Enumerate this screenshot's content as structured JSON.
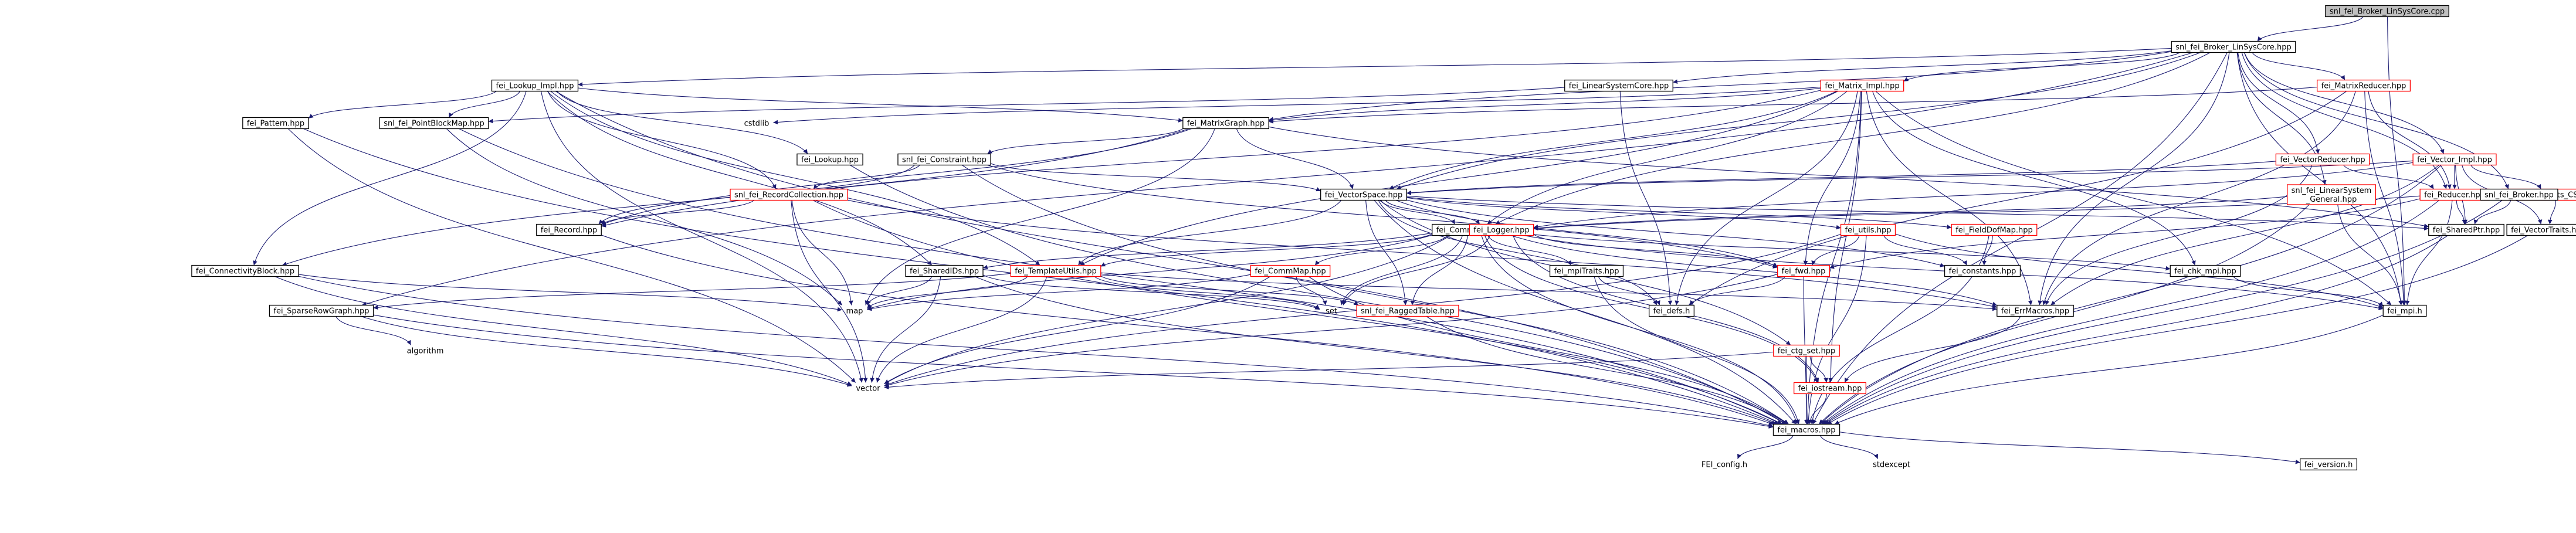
{
  "diagram": {
    "type": "include-dependency-graph",
    "colors": {
      "edge": "#191970",
      "box_border_default": "#000000",
      "box_border_has_graph": "#ff0000",
      "root_fill": "#bfbfbf",
      "box_fill": "#ffffff"
    },
    "nodes": [
      {
        "id": "root",
        "label": "snl_fei_Broker_LinSysCore.cpp",
        "style": "root"
      },
      {
        "id": "hpp",
        "label": "snl_fei_Broker_LinSysCore.hpp",
        "style": "default"
      },
      {
        "id": "lookup_impl",
        "label": "fei_Lookup_Impl.hpp",
        "style": "default"
      },
      {
        "id": "lscore",
        "label": "fei_LinearSystemCore.hpp",
        "style": "default"
      },
      {
        "id": "matrix_impl",
        "label": "fei_Matrix_Impl.hpp",
        "style": "red"
      },
      {
        "id": "matrixreducer",
        "label": "fei_MatrixReducer.hpp",
        "style": "red"
      },
      {
        "id": "pattern",
        "label": "fei_Pattern.hpp",
        "style": "default"
      },
      {
        "id": "pointblockmap",
        "label": "snl_fei_PointBlockMap.hpp",
        "style": "default"
      },
      {
        "id": "cstdlib",
        "label": "cstdlib",
        "style": "none"
      },
      {
        "id": "matrixgraph",
        "label": "fei_MatrixGraph.hpp",
        "style": "default"
      },
      {
        "id": "lookup",
        "label": "fei_Lookup.hpp",
        "style": "default"
      },
      {
        "id": "constraint",
        "label": "snl_fei_Constraint.hpp",
        "style": "default"
      },
      {
        "id": "vectorreducer",
        "label": "fei_VectorReducer.hpp",
        "style": "red"
      },
      {
        "id": "vector_impl",
        "label": "fei_Vector_Impl.hpp",
        "style": "red"
      },
      {
        "id": "recordcollection",
        "label": "snl_fei_RecordCollection.hpp",
        "style": "red"
      },
      {
        "id": "vectorspace",
        "label": "fei_VectorSpace.hpp",
        "style": "default"
      },
      {
        "id": "linsys_general_1",
        "label": "snl_fei_LinearSystem",
        "label2": "_General.hpp",
        "style": "red"
      },
      {
        "id": "reducer",
        "label": "fei_Reducer.hpp",
        "style": "red"
      },
      {
        "id": "vectraits_csvec",
        "label": "fei_VectorTraits_CSVec.hpp",
        "style": "red"
      },
      {
        "id": "broker",
        "label": "snl_fei_Broker.hpp",
        "style": "default"
      },
      {
        "id": "record",
        "label": "fei_Record.hpp",
        "style": "default"
      },
      {
        "id": "commutils",
        "label": "fei_CommUtils.hpp",
        "style": "default"
      },
      {
        "id": "logger",
        "label": "fei_Logger.hpp",
        "style": "red"
      },
      {
        "id": "utils",
        "label": "fei_utils.hpp",
        "style": "red"
      },
      {
        "id": "fielddofmap",
        "label": "fei_FieldDofMap.hpp",
        "style": "red"
      },
      {
        "id": "sharedptr",
        "label": "fei_SharedPtr.hpp",
        "style": "default"
      },
      {
        "id": "vectortraits",
        "label": "fei_VectorTraits.hpp",
        "style": "default"
      },
      {
        "id": "connectivityblock",
        "label": "fei_ConnectivityBlock.hpp",
        "style": "default"
      },
      {
        "id": "shareddofs",
        "label": "fei_SharedIDs.hpp",
        "style": "default"
      },
      {
        "id": "templateutils",
        "label": "fei_TemplateUtils.hpp",
        "style": "red"
      },
      {
        "id": "commmap",
        "label": "fei_CommMap.hpp",
        "style": "red"
      },
      {
        "id": "mpitraits",
        "label": "fei_mpiTraits.hpp",
        "style": "default"
      },
      {
        "id": "fwd",
        "label": "fei_fwd.hpp",
        "style": "red"
      },
      {
        "id": "constants",
        "label": "fei_constants.hpp",
        "style": "default"
      },
      {
        "id": "chk_mpi",
        "label": "fei_chk_mpi.hpp",
        "style": "default"
      },
      {
        "id": "sparserowgraph",
        "label": "fei_SparseRowGraph.hpp",
        "style": "default"
      },
      {
        "id": "map",
        "label": "map",
        "style": "none"
      },
      {
        "id": "set",
        "label": "set",
        "style": "none"
      },
      {
        "id": "raggedtable",
        "label": "snl_fei_RaggedTable.hpp",
        "style": "red"
      },
      {
        "id": "defs",
        "label": "fei_defs.h",
        "style": "default"
      },
      {
        "id": "errmacros",
        "label": "fei_ErrMacros.hpp",
        "style": "default"
      },
      {
        "id": "mpi",
        "label": "fei_mpi.h",
        "style": "default"
      },
      {
        "id": "ctg_set",
        "label": "fei_ctg_set.hpp",
        "style": "red"
      },
      {
        "id": "algorithm",
        "label": "algorithm",
        "style": "none"
      },
      {
        "id": "vector",
        "label": "vector",
        "style": "none"
      },
      {
        "id": "iostream",
        "label": "fei_iostream.hpp",
        "style": "red"
      },
      {
        "id": "macros",
        "label": "fei_macros.hpp",
        "style": "default"
      },
      {
        "id": "fei_config",
        "label": "FEI_config.h",
        "style": "none"
      },
      {
        "id": "stdexcept",
        "label": "stdexcept",
        "style": "none"
      },
      {
        "id": "version",
        "label": "fei_version.h",
        "style": "default"
      }
    ],
    "edges": [
      [
        "root",
        "hpp"
      ],
      [
        "root",
        "mpi"
      ],
      [
        "hpp",
        "lookup_impl"
      ],
      [
        "hpp",
        "lscore"
      ],
      [
        "hpp",
        "matrix_impl"
      ],
      [
        "hpp",
        "matrixreducer"
      ],
      [
        "hpp",
        "vectorreducer"
      ],
      [
        "hpp",
        "vector_impl"
      ],
      [
        "hpp",
        "linsys_general_1"
      ],
      [
        "hpp",
        "broker"
      ],
      [
        "hpp",
        "vectorspace"
      ],
      [
        "hpp",
        "matrixgraph"
      ],
      [
        "hpp",
        "reducer"
      ],
      [
        "hpp",
        "commutils"
      ],
      [
        "hpp",
        "sparserowgraph"
      ],
      [
        "hpp",
        "errmacros"
      ],
      [
        "hpp",
        "mpi"
      ],
      [
        "hpp",
        "macros"
      ],
      [
        "lookup_impl",
        "pattern"
      ],
      [
        "lookup_impl",
        "pointblockmap"
      ],
      [
        "lookup_impl",
        "matrixgraph"
      ],
      [
        "lookup_impl",
        "lookup"
      ],
      [
        "lookup_impl",
        "recordcollection"
      ],
      [
        "lookup_impl",
        "connectivityblock"
      ],
      [
        "lookup_impl",
        "shareddofs"
      ],
      [
        "lookup_impl",
        "templateutils"
      ],
      [
        "lookup_impl",
        "macros"
      ],
      [
        "lookup_impl",
        "vector"
      ],
      [
        "lscore",
        "defs"
      ],
      [
        "lscore",
        "pointblockmap"
      ],
      [
        "matrix_impl",
        "cstdlib"
      ],
      [
        "matrix_impl",
        "matrixgraph"
      ],
      [
        "matrix_impl",
        "vectorspace"
      ],
      [
        "matrix_impl",
        "commutils"
      ],
      [
        "matrix_impl",
        "templateutils"
      ],
      [
        "matrix_impl",
        "defs"
      ],
      [
        "matrix_impl",
        "fwd"
      ],
      [
        "matrix_impl",
        "iostream"
      ],
      [
        "matrix_impl",
        "macros"
      ],
      [
        "matrix_impl",
        "errmacros"
      ],
      [
        "matrix_impl",
        "chk_mpi"
      ],
      [
        "matrix_impl",
        "mpi"
      ],
      [
        "matrix_impl",
        "record"
      ],
      [
        "matrixreducer",
        "matrixgraph"
      ],
      [
        "matrixreducer",
        "reducer"
      ],
      [
        "matrixreducer",
        "errmacros"
      ],
      [
        "matrixreducer",
        "defs"
      ],
      [
        "matrixreducer",
        "mpi"
      ],
      [
        "pattern",
        "macros"
      ],
      [
        "pattern",
        "vector"
      ],
      [
        "pointblockmap",
        "map"
      ],
      [
        "pointblockmap",
        "macros"
      ],
      [
        "matrixgraph",
        "constraint"
      ],
      [
        "matrixgraph",
        "vectorspace"
      ],
      [
        "matrixgraph",
        "sparseRowGraph_placeholder"
      ],
      [
        "matrixgraph",
        "record"
      ],
      [
        "matrixgraph",
        "sharedptr"
      ],
      [
        "matrixgraph",
        "map"
      ],
      [
        "matrixgraph",
        "connectivityblock"
      ],
      [
        "lookup",
        "macros"
      ],
      [
        "constraint",
        "recordcollection"
      ],
      [
        "constraint",
        "vectorspace"
      ],
      [
        "constraint",
        "record"
      ],
      [
        "constraint",
        "macros"
      ],
      [
        "constraint",
        "fwd"
      ],
      [
        "vectorreducer",
        "vectorspace"
      ],
      [
        "vectorreducer",
        "reducer"
      ],
      [
        "vectorreducer",
        "errmacros"
      ],
      [
        "vector_impl",
        "vectorspace"
      ],
      [
        "vector_impl",
        "reducer"
      ],
      [
        "vector_impl",
        "vectraits_csvec"
      ],
      [
        "vector_impl",
        "vectortraits"
      ],
      [
        "vector_impl",
        "sharedptr"
      ],
      [
        "vector_impl",
        "logger"
      ],
      [
        "vector_impl",
        "errmacros"
      ],
      [
        "vector_impl",
        "macros"
      ],
      [
        "recordcollection",
        "record"
      ],
      [
        "recordcollection",
        "map"
      ],
      [
        "recordcollection",
        "macros"
      ],
      [
        "recordcollection",
        "vector"
      ],
      [
        "recordcollection",
        "errmacros"
      ],
      [
        "vectorspace",
        "logger"
      ],
      [
        "vectorspace",
        "utils"
      ],
      [
        "vectorspace",
        "fielddofmap"
      ],
      [
        "vectorspace",
        "commutils"
      ],
      [
        "vectorspace",
        "fwd"
      ],
      [
        "vectorspace",
        "constants"
      ],
      [
        "vectorspace",
        "sharedptr"
      ],
      [
        "vectorspace",
        "macros"
      ],
      [
        "vectorspace",
        "defs"
      ],
      [
        "vectorspace",
        "raggedtable"
      ],
      [
        "vectorspace",
        "ctg_set"
      ],
      [
        "vectorspace",
        "templateutils"
      ],
      [
        "linsys_general_1",
        "logger"
      ],
      [
        "linsys_general_1",
        "mpi"
      ],
      [
        "linsys_general_1",
        "macros"
      ],
      [
        "reducer",
        "sharedptr"
      ],
      [
        "reducer",
        "logger"
      ],
      [
        "reducer",
        "mpi"
      ],
      [
        "reducer",
        "macros"
      ],
      [
        "reducer",
        "fwd"
      ],
      [
        "vectraits_csvec",
        "vectortraits"
      ],
      [
        "broker",
        "sharedptr"
      ],
      [
        "broker",
        "macros"
      ],
      [
        "record",
        "macros"
      ],
      [
        "commutils",
        "shareddofs"
      ],
      [
        "commutils",
        "templateutils"
      ],
      [
        "commutils",
        "commmap"
      ],
      [
        "commutils",
        "mpitraits"
      ],
      [
        "commutils",
        "chk_mpi"
      ],
      [
        "commutils",
        "mpi"
      ],
      [
        "commutils",
        "errmacros"
      ],
      [
        "commutils",
        "raggedtable"
      ],
      [
        "commutils",
        "set"
      ],
      [
        "commutils",
        "map"
      ],
      [
        "commutils",
        "vector"
      ],
      [
        "commutils",
        "macros"
      ],
      [
        "commutils",
        "iostream"
      ],
      [
        "logger",
        "fwd"
      ],
      [
        "logger",
        "iostream"
      ],
      [
        "logger",
        "set"
      ],
      [
        "utils",
        "fwd"
      ],
      [
        "utils",
        "mpi"
      ],
      [
        "utils",
        "macros"
      ],
      [
        "utils",
        "constants"
      ],
      [
        "utils",
        "vector"
      ],
      [
        "fielddofmap",
        "macros"
      ],
      [
        "fielddofmap",
        "constants"
      ],
      [
        "sharedptr",
        "macros"
      ],
      [
        "vectortraits",
        "macros"
      ],
      [
        "connectivityblock",
        "macros"
      ],
      [
        "connectivityblock",
        "map"
      ],
      [
        "connectivityblock",
        "vector"
      ],
      [
        "shareddofs",
        "map"
      ],
      [
        "shareddofs",
        "set"
      ],
      [
        "shareddofs",
        "vector"
      ],
      [
        "shareddofs",
        "macros"
      ],
      [
        "templateutils",
        "sparserowgraph"
      ],
      [
        "templateutils",
        "map"
      ],
      [
        "templateutils",
        "set"
      ],
      [
        "templateutils",
        "vector"
      ],
      [
        "templateutils",
        "raggedtable"
      ],
      [
        "templateutils",
        "errmacros"
      ],
      [
        "commmap",
        "map"
      ],
      [
        "commmap",
        "set"
      ],
      [
        "commmap",
        "vector"
      ],
      [
        "commmap",
        "macros"
      ],
      [
        "mpitraits",
        "defs"
      ],
      [
        "mpitraits",
        "macros"
      ],
      [
        "fwd",
        "defs"
      ],
      [
        "fwd",
        "macros"
      ],
      [
        "fwd",
        "vector"
      ],
      [
        "chk_mpi",
        "mpi"
      ],
      [
        "sparserowgraph",
        "vector"
      ],
      [
        "sparserowgraph",
        "algorithm"
      ],
      [
        "sparserowgraph",
        "macros"
      ],
      [
        "raggedtable",
        "macros"
      ],
      [
        "errmacros",
        "iostream"
      ],
      [
        "mpi",
        "macros"
      ],
      [
        "ctg_set",
        "vector"
      ],
      [
        "ctg_set",
        "iostream"
      ],
      [
        "ctg_set",
        "macros"
      ],
      [
        "iostream",
        "macros"
      ],
      [
        "macros",
        "fei_config"
      ],
      [
        "macros",
        "stdexcept"
      ],
      [
        "macros",
        "version"
      ]
    ]
  }
}
